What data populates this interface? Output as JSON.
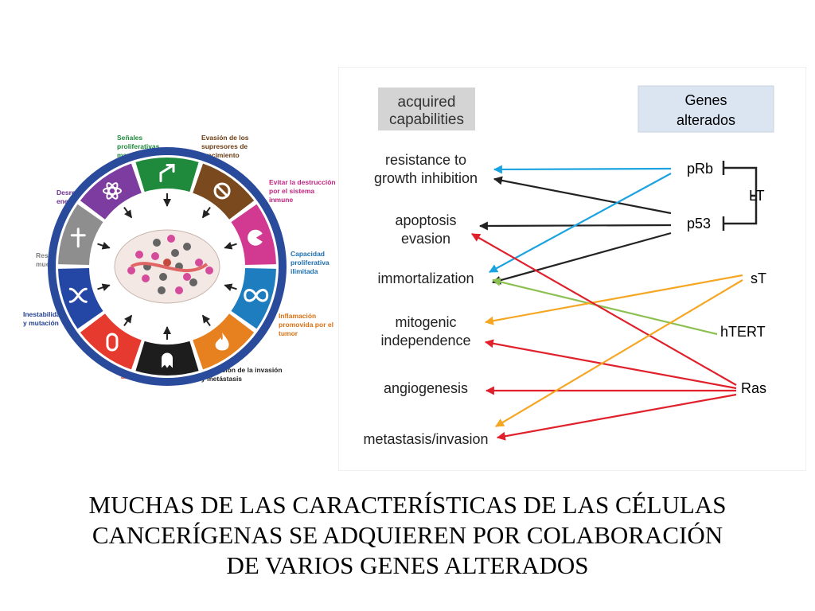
{
  "hallmarks": {
    "segments": [
      {
        "id": "senales",
        "label_lines": [
          "Señales",
          "proliferativas",
          "mantenidas"
        ],
        "color": "#1f8a3c",
        "label_color": "#1f8a3c",
        "icon": "arrow-up-right-icon"
      },
      {
        "id": "evasion",
        "label_lines": [
          "Evasión de los",
          "supresores de",
          "crecimiento"
        ],
        "color": "#7a4a1e",
        "label_color": "#6b3d14",
        "icon": "no-entry-icon"
      },
      {
        "id": "evitar",
        "label_lines": [
          "Evitar la destrucción",
          "por el sistema",
          "inmune"
        ],
        "color": "#d23a92",
        "label_color": "#c2247f",
        "icon": "pacman-cell-icon"
      },
      {
        "id": "capacidad",
        "label_lines": [
          "Capacidad",
          "proliferativa",
          "ilimitada"
        ],
        "color": "#1d7dbf",
        "label_color": "#1d6fb0",
        "icon": "infinity-icon"
      },
      {
        "id": "inflamacion",
        "label_lines": [
          "Inflamación",
          "promovida por el",
          "tumor"
        ],
        "color": "#e7801e",
        "label_color": "#d97013",
        "icon": "flame-icon"
      },
      {
        "id": "activacion",
        "label_lines": [
          "Activación de la invasión",
          "y metástasis"
        ],
        "color": "#1d1d1d",
        "label_color": "#222222",
        "icon": "ghost-cell-icon"
      },
      {
        "id": "induccion",
        "label_lines": [
          "Inducción a la",
          "angiogénesis"
        ],
        "color": "#e53a2d",
        "label_color": "#d92d1f",
        "icon": "vessel-icon"
      },
      {
        "id": "inestabilidad",
        "label_lines": [
          "Inestabilidad genómica",
          "y mutación"
        ],
        "color": "#2447a6",
        "label_color": "#233f91",
        "icon": "dna-icon"
      },
      {
        "id": "resistencia",
        "label_lines": [
          "Resistencia a la",
          "muerte celular"
        ],
        "color": "#8e8e8e",
        "label_color": "#7f7f7f",
        "icon": "cross-icon"
      },
      {
        "id": "desregulacion",
        "label_lines": [
          "Desregulación",
          "energética"
        ],
        "color": "#7d3ca0",
        "label_color": "#6e3090",
        "icon": "atom-icon"
      }
    ]
  },
  "network": {
    "header_left": [
      "acquired",
      "capabilities"
    ],
    "header_right": [
      "Genes",
      "alterados"
    ],
    "capabilities": [
      {
        "id": "resistance",
        "lines": [
          "resistance to",
          "growth inhibition"
        ]
      },
      {
        "id": "apoptosis",
        "lines": [
          "apoptosis",
          "evasion"
        ]
      },
      {
        "id": "immortalization",
        "lines": [
          "immortalization"
        ]
      },
      {
        "id": "mitogenic",
        "lines": [
          "mitogenic",
          "independence"
        ]
      },
      {
        "id": "angiogenesis",
        "lines": [
          "angiogenesis"
        ]
      },
      {
        "id": "metastasis",
        "lines": [
          "metastasis/invasion"
        ]
      }
    ],
    "genes": [
      {
        "id": "pRb",
        "label": "pRb"
      },
      {
        "id": "p53",
        "label": "p53"
      },
      {
        "id": "sT",
        "label": "sT"
      },
      {
        "id": "hTERT",
        "label": "hTERT"
      },
      {
        "id": "Ras",
        "label": "Ras"
      }
    ],
    "group_label": "LT",
    "links": [
      {
        "from": "pRb",
        "to": "resistance",
        "color": "#1aa3e0"
      },
      {
        "from": "p53",
        "to": "resistance",
        "color": "#222222"
      },
      {
        "from": "pRb",
        "to": "apoptosis",
        "color": "#222222"
      },
      {
        "from": "p53",
        "to": "apoptosis",
        "color": "#222222"
      },
      {
        "from": "pRb",
        "to": "immortalization",
        "color": "#1aa3e0"
      },
      {
        "from": "p53",
        "to": "immortalization",
        "color": "#222222"
      },
      {
        "from": "hTERT",
        "to": "immortalization",
        "color": "#8cc152"
      },
      {
        "from": "sT",
        "to": "mitogenic",
        "color": "#f5a623"
      },
      {
        "from": "Ras",
        "to": "apoptosis",
        "color": "#e0202a"
      },
      {
        "from": "Ras",
        "to": "mitogenic",
        "color": "#e0202a"
      },
      {
        "from": "Ras",
        "to": "angiogenesis",
        "color": "#e0202a"
      },
      {
        "from": "Ras",
        "to": "metastasis",
        "color": "#e0202a"
      },
      {
        "from": "sT",
        "to": "metastasis",
        "color": "#f5a623"
      }
    ]
  },
  "caption": {
    "lines": [
      "MUCHAS DE LAS CARACTERÍSTICAS DE LAS CÉLULAS",
      "CANCERÍGENAS SE ADQUIEREN POR COLABORACIÓN",
      "DE VARIOS GENES ALTERADOS"
    ]
  }
}
